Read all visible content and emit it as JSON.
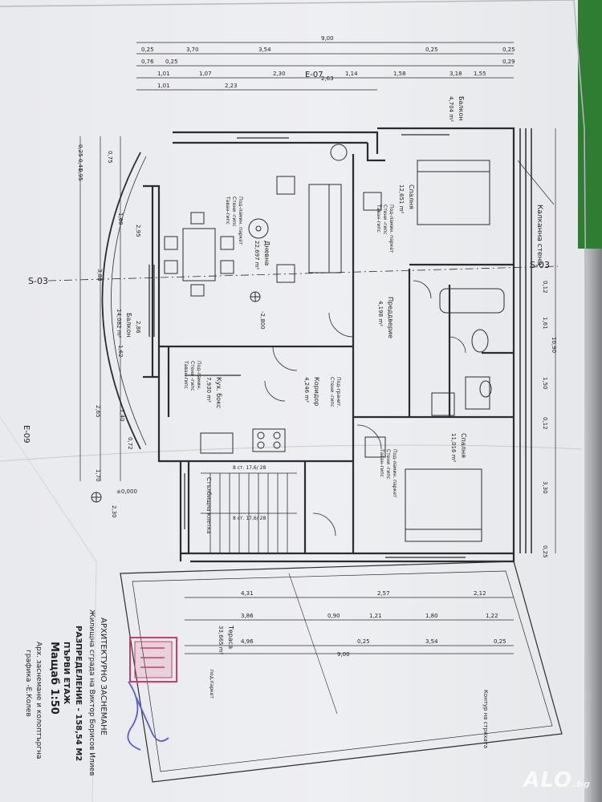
{
  "sheet": {
    "title_lines": [
      "АРХИТЕКТУРНО ЗАСНЕМАНЕ",
      "Жилищна сграда на Виктор Борисов Илиев",
      "РАЗПРЕДЕЛЕНИЕ - 158,54 М2",
      "ПЪРВИ ЕТАЖ",
      "Мащаб 1:50"
    ],
    "author_lines": [
      "Арх. заснемане и колоптъргна",
      "графика -Е.Колев"
    ],
    "watermark": "ALO",
    "watermark_suffix": ".bg"
  },
  "rooms": [
    {
      "name": "Балкон",
      "area": "4,704 m²"
    },
    {
      "name": "Спалня",
      "area": "12,651 m²",
      "finish": [
        "Под-ламин. паркет",
        "Стени -гипс",
        "Таван-гипс"
      ]
    },
    {
      "name": "Дневна",
      "area": "22,697 m²",
      "finish": [
        "Под-ламин. паркет",
        "Стени -гипс",
        "Таван-гипс"
      ]
    },
    {
      "name": "Балкон",
      "area": "14,082 m²"
    },
    {
      "name": "Кух. бокс",
      "area": "7,930 m²",
      "finish": [
        "Под-ламин.",
        "Стени -гипс",
        "Таван-гипс"
      ]
    },
    {
      "name": "Коридор",
      "area": "4,246 m²",
      "finish": [
        "Под-гранит.",
        "Стени -гипс"
      ]
    },
    {
      "name": "Преддверие",
      "area": "4,198 m²"
    },
    {
      "name": "Спалня",
      "area": "11,016 m²",
      "finish": [
        "Под-ламин. паркет",
        "Стени -гипс",
        "Таван-гипс"
      ]
    },
    {
      "name": "Стълбищна клетка",
      "area": ""
    },
    {
      "name": "Тераса",
      "area": "33,665 m²"
    }
  ],
  "labels": {
    "kalkan": "Калканна стена",
    "kontur": "Контур на стряхата",
    "e07": "E-07",
    "e09": "E-09",
    "s03a": "S-03",
    "s03b": "S-03",
    "pod": "под.паркет",
    "stairs1": "8 ст. 17,6/ 28",
    "stairs2": "8 ст. 17,6/ 28"
  },
  "dims_top": [
    "9,00",
    "0,25",
    "3,70",
    "3,54",
    "0,25",
    "0,25",
    "0,76",
    "0,25",
    "0,29",
    "1,01",
    "1,07",
    "2,30",
    "1,14",
    "3,18",
    "1,01",
    "2,23",
    "2,63",
    "1,58",
    "1,55"
  ],
  "dims_right": [
    "10,90",
    "0,12",
    "1,61",
    "1,50",
    "0,12",
    "3,30",
    "0,25"
  ],
  "dims_left": [
    "0,25",
    "0,41",
    "0,75",
    "0,95",
    "1,69",
    "2,95",
    "3,88",
    "2,86",
    "1,62",
    "1,40",
    "2,65",
    "0,72",
    "1,70",
    "2,30"
  ],
  "dims_bottom": [
    "4,31",
    "2,57",
    "2,12",
    "3,86",
    "0,90",
    "1,21",
    "1,80",
    "1,22",
    "4,96",
    "0,25",
    "3,54",
    "0,25",
    "9,00"
  ],
  "levels": [
    "-2,800",
    "±0,000"
  ],
  "colors": {
    "line": "#2b2b33",
    "paper": "#eceef1",
    "stamp": "#d03a6a",
    "ink": "#5a5bd8"
  }
}
